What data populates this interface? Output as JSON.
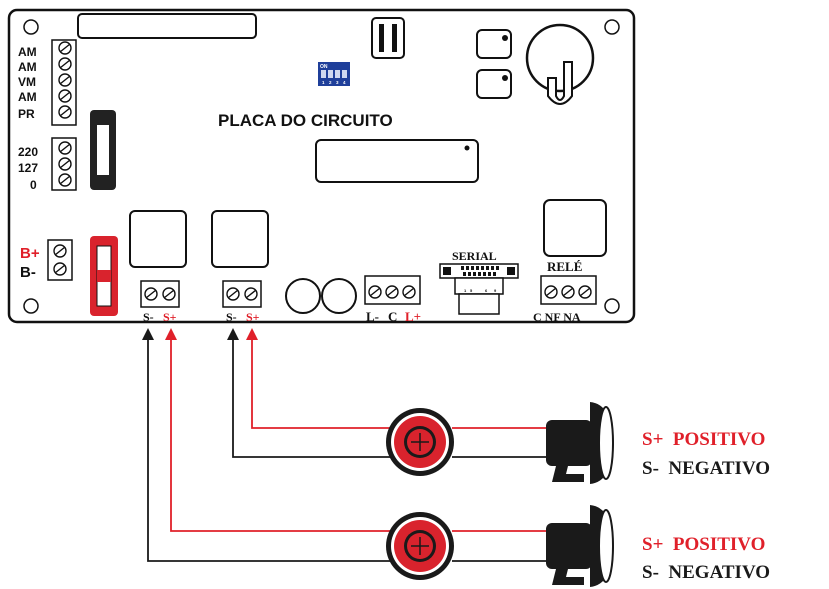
{
  "board": {
    "title": "PLACA DO CIRCUITO",
    "dip_on": "ON",
    "dip_numbers": [
      "1",
      "2",
      "3",
      "4"
    ],
    "left_terminals": [
      "AM",
      "AM",
      "VM",
      "AM",
      "PR"
    ],
    "voltage_terminals": [
      "220",
      "127",
      "0"
    ],
    "battery_pos": "B+",
    "battery_neg": "B-",
    "siren_out_1": {
      "neg": "S-",
      "pos": "S+"
    },
    "siren_out_2": {
      "neg": "S-",
      "pos": "S+"
    },
    "light": {
      "neg": "L-",
      "common": "C",
      "pos": "L+"
    },
    "serial": "SERIAL",
    "serial_pins": [
      "1",
      "5",
      "6",
      "9"
    ],
    "relay": "RELÉ",
    "relay_terms": "C NF NA"
  },
  "legend": [
    {
      "pos": "S+  POSITIVO",
      "neg": "S-  NEGATIVO"
    },
    {
      "pos": "S+  POSITIVO",
      "neg": "S-  NEGATIVO"
    }
  ],
  "colors": {
    "positive": "#e0202a",
    "negative": "#1a1a1a",
    "fuse_red": "#d9232d"
  }
}
